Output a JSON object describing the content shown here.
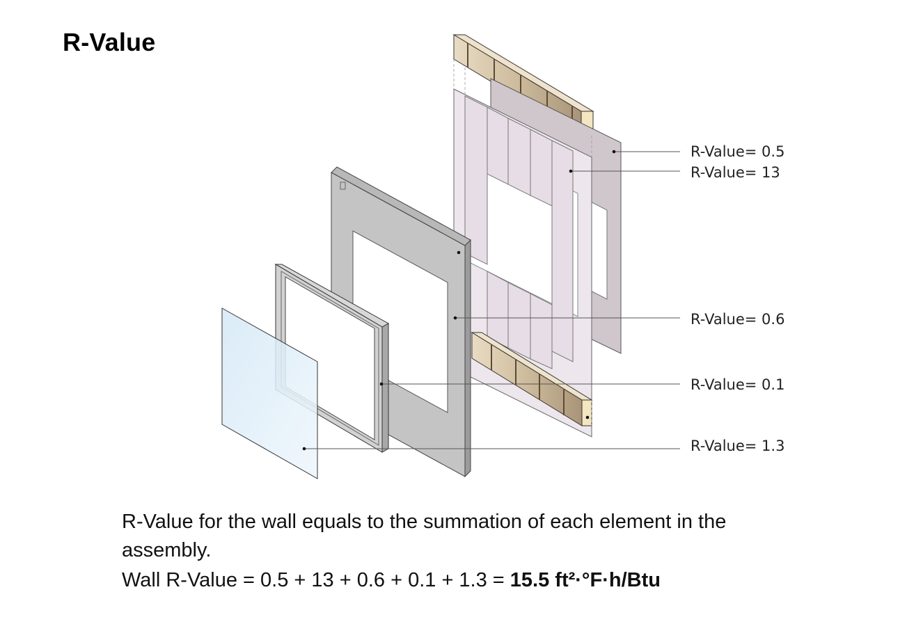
{
  "title": "R-Value",
  "diagram": {
    "labels": [
      "R-Value= 0.5",
      "R-Value= 13",
      "R-Value= 0.6",
      "R-Value= 0.1",
      "R-Value= 1.3"
    ]
  },
  "caption": "R-Value for the wall equals to the summation of each element in the assembly.",
  "equation": {
    "expression": "Wall R-Value = 0.5 + 13 + 0.6 + 0.1 + 1.3 = ",
    "result": "15.5 ft²·°F·h/Btu"
  }
}
